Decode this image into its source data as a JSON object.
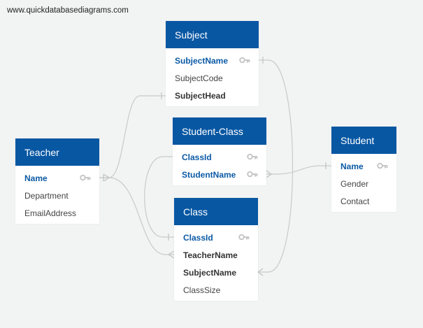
{
  "watermark": "www.quickdatabasediagrams.com",
  "colors": {
    "header": "#0857a3",
    "pk_text": "#0b5aa5",
    "link": "#c9c9c9",
    "key": "#c7c7c7"
  },
  "tables": {
    "subject": {
      "title": "Subject",
      "fields": [
        {
          "name": "SubjectName",
          "type": "pk",
          "icon": "key-icon"
        },
        {
          "name": "SubjectCode",
          "type": "normal"
        },
        {
          "name": "SubjectHead",
          "type": "fk"
        }
      ]
    },
    "student_class": {
      "title": "Student-Class",
      "fields": [
        {
          "name": "ClassId",
          "type": "pk",
          "icon": "key-icon"
        },
        {
          "name": "StudentName",
          "type": "pk",
          "icon": "key-icon"
        }
      ]
    },
    "teacher": {
      "title": "Teacher",
      "fields": [
        {
          "name": "Name",
          "type": "pk",
          "icon": "key-icon"
        },
        {
          "name": "Department",
          "type": "normal"
        },
        {
          "name": "EmailAddress",
          "type": "normal"
        }
      ]
    },
    "student": {
      "title": "Student",
      "fields": [
        {
          "name": "Name",
          "type": "pk",
          "icon": "key-icon"
        },
        {
          "name": "Gender",
          "type": "normal"
        },
        {
          "name": "Contact",
          "type": "normal"
        }
      ]
    },
    "class": {
      "title": "Class",
      "fields": [
        {
          "name": "ClassId",
          "type": "pk",
          "icon": "key-icon"
        },
        {
          "name": "TeacherName",
          "type": "fk"
        },
        {
          "name": "SubjectName",
          "type": "fk"
        },
        {
          "name": "ClassSize",
          "type": "normal"
        }
      ]
    }
  }
}
